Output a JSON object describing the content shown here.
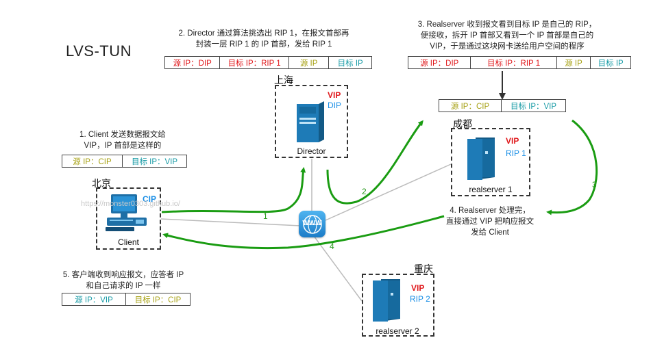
{
  "title": "LVS-TUN",
  "watermark": "https://monster0303.github.io/",
  "colors": {
    "green": "#1a9c12",
    "red": "#e0181b",
    "blue": "#1b8fe6",
    "olive": "#a7a114",
    "teal": "#169aa5"
  },
  "steps": {
    "s1": [
      "1. Client 发送数据报文给",
      "VIP，IP 首部是这样的"
    ],
    "s2": [
      "2. Director 通过算法挑选出 RIP 1，在报文首部再",
      "封装一层 RIP 1 的 IP 首部，发给 RIP 1"
    ],
    "s3": [
      "3. Realserver 收到报文看到目标 IP 是自己的 RIP，",
      "便接收，拆开 IP 首部又看到一个 IP 首部是自己的",
      "VIP，于是通过这块网卡送给用户空间的程序"
    ],
    "s4": [
      "4. Realserver 处理完，",
      "直接通过 VIP 把响应报文",
      "发给 Client"
    ],
    "s5": [
      "5. 客户端收到响应报文，应答者 IP",
      "和自己请求的 IP 一样"
    ]
  },
  "packets": {
    "p1": [
      "源 IP：CIP",
      "目标 IP：VIP"
    ],
    "p2": [
      "源 IP：DIP",
      "目标 IP：RIP 1",
      "源 IP",
      "目标 IP"
    ],
    "p3": [
      "源 IP：DIP",
      "目标 IP：RIP 1",
      "源 IP",
      "目标 IP"
    ],
    "p3inner": [
      "源 IP：CIP",
      "目标 IP：VIP"
    ],
    "p5": [
      "源 IP：VIP",
      "目标 IP：CIP"
    ]
  },
  "nodes": {
    "client": {
      "location": "北京",
      "name": "Client",
      "ip": "CIP"
    },
    "director": {
      "location": "上海",
      "name": "Director",
      "ip1": "VIP",
      "ip2": "DIP"
    },
    "rs1": {
      "location": "成都",
      "name": "realserver 1",
      "ip1": "VIP",
      "ip2": "RIP 1"
    },
    "rs2": {
      "location": "重庆",
      "name": "realserver 2",
      "ip1": "VIP",
      "ip2": "RIP 2"
    },
    "internet": {
      "label": "WWW"
    }
  },
  "arrows": {
    "a1": "1",
    "a2": "2",
    "a3": "3",
    "a4": "4"
  }
}
